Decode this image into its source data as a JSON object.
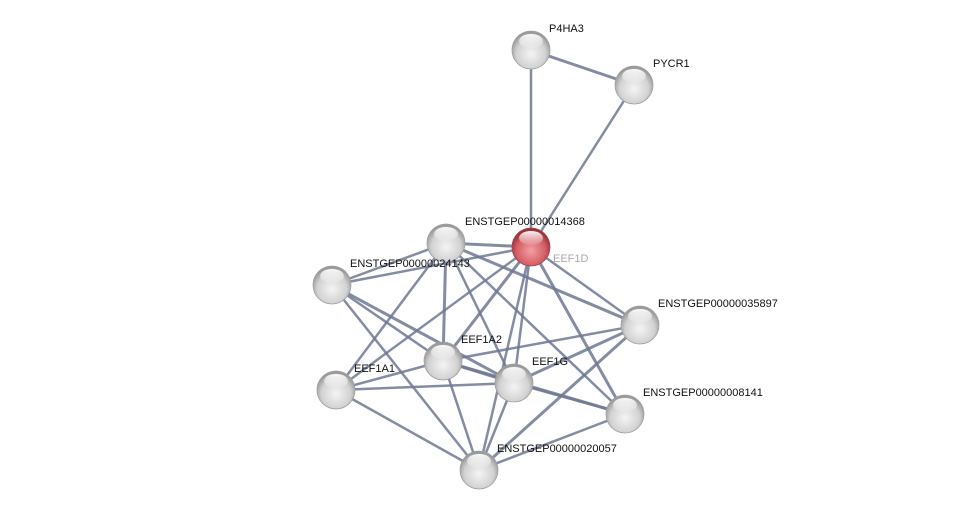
{
  "network": {
    "nodes": [
      {
        "id": "P4HA3",
        "label": "P4HA3",
        "color": "#d9d9d9",
        "highlight": false
      },
      {
        "id": "PYCR1",
        "label": "PYCR1",
        "color": "#d9d9d9",
        "highlight": false
      },
      {
        "id": "EEF1D",
        "label": "ENSTGEP00000014368",
        "ghost_label": "EEF1D",
        "color": "#d9666e",
        "highlight": true
      },
      {
        "id": "ENSTGEP00000014368",
        "label": "",
        "color": "#d9d9d9",
        "highlight": false
      },
      {
        "id": "ENSTGEP00000024143",
        "label": "ENSTGEP00000024143",
        "color": "#d9d9d9",
        "highlight": false
      },
      {
        "id": "ENSTGEP00000035897",
        "label": "ENSTGEP00000035897",
        "color": "#d9d9d9",
        "highlight": false
      },
      {
        "id": "EEF1A2",
        "label": "EEF1A2",
        "color": "#d9d9d9",
        "highlight": false
      },
      {
        "id": "EEF1A1",
        "label": "EEF1A1",
        "color": "#d9d9d9",
        "highlight": false
      },
      {
        "id": "EEF1G",
        "label": "EEF1G",
        "color": "#d9d9d9",
        "highlight": false
      },
      {
        "id": "ENSTGEP00000008141",
        "label": "ENSTGEP00000008141",
        "color": "#d9d9d9",
        "highlight": false
      },
      {
        "id": "ENSTGEP00000020057",
        "label": "ENSTGEP00000020057",
        "color": "#d9d9d9",
        "highlight": false
      }
    ],
    "edges": [
      [
        "P4HA3",
        "PYCR1"
      ],
      [
        "P4HA3",
        "EEF1D"
      ],
      [
        "PYCR1",
        "EEF1D"
      ],
      [
        "EEF1D",
        "ENSTGEP00000014368"
      ],
      [
        "EEF1D",
        "ENSTGEP00000024143"
      ],
      [
        "EEF1D",
        "ENSTGEP00000035897"
      ],
      [
        "EEF1D",
        "EEF1A2"
      ],
      [
        "EEF1D",
        "EEF1A1"
      ],
      [
        "EEF1D",
        "EEF1G"
      ],
      [
        "EEF1D",
        "ENSTGEP00000008141"
      ],
      [
        "EEF1D",
        "ENSTGEP00000020057"
      ],
      [
        "ENSTGEP00000014368",
        "ENSTGEP00000024143"
      ],
      [
        "ENSTGEP00000014368",
        "EEF1A2"
      ],
      [
        "ENSTGEP00000014368",
        "EEF1A1"
      ],
      [
        "ENSTGEP00000014368",
        "EEF1G"
      ],
      [
        "ENSTGEP00000014368",
        "ENSTGEP00000035897"
      ],
      [
        "ENSTGEP00000014368",
        "ENSTGEP00000008141"
      ],
      [
        "ENSTGEP00000024143",
        "EEF1A2"
      ],
      [
        "ENSTGEP00000024143",
        "EEF1G"
      ],
      [
        "ENSTGEP00000024143",
        "ENSTGEP00000020057"
      ],
      [
        "EEF1A2",
        "EEF1A1"
      ],
      [
        "EEF1A2",
        "EEF1G"
      ],
      [
        "EEF1A2",
        "ENSTGEP00000035897"
      ],
      [
        "EEF1A2",
        "ENSTGEP00000020057"
      ],
      [
        "EEF1A2",
        "ENSTGEP00000008141"
      ],
      [
        "EEF1A1",
        "EEF1G"
      ],
      [
        "EEF1A1",
        "ENSTGEP00000020057"
      ],
      [
        "EEF1G",
        "ENSTGEP00000035897"
      ],
      [
        "EEF1G",
        "ENSTGEP00000008141"
      ],
      [
        "EEF1G",
        "ENSTGEP00000020057"
      ],
      [
        "ENSTGEP00000035897",
        "ENSTGEP00000020057"
      ],
      [
        "ENSTGEP00000008141",
        "ENSTGEP00000020057"
      ]
    ]
  }
}
